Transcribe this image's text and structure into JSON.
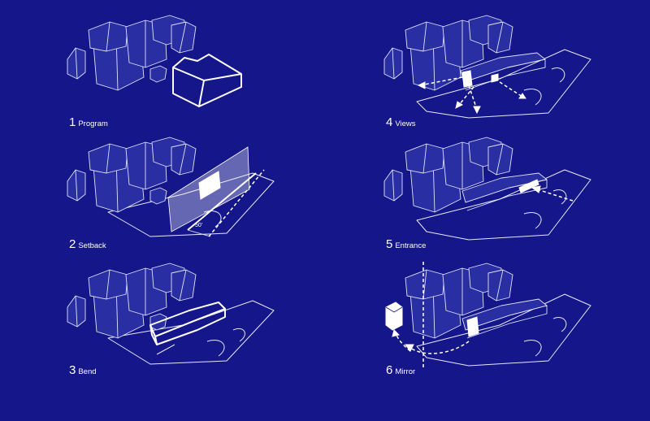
{
  "panels": [
    {
      "number": "1",
      "label": "Program"
    },
    {
      "number": "2",
      "label": "Setback",
      "dimension": "50'"
    },
    {
      "number": "3",
      "label": "Bend"
    },
    {
      "number": "4",
      "label": "Views"
    },
    {
      "number": "5",
      "label": "Entrance"
    },
    {
      "number": "6",
      "label": "Mirror"
    }
  ],
  "colors": {
    "background": "#14168a",
    "linework": "#dfe2ff",
    "highlight": "#ffffff"
  }
}
